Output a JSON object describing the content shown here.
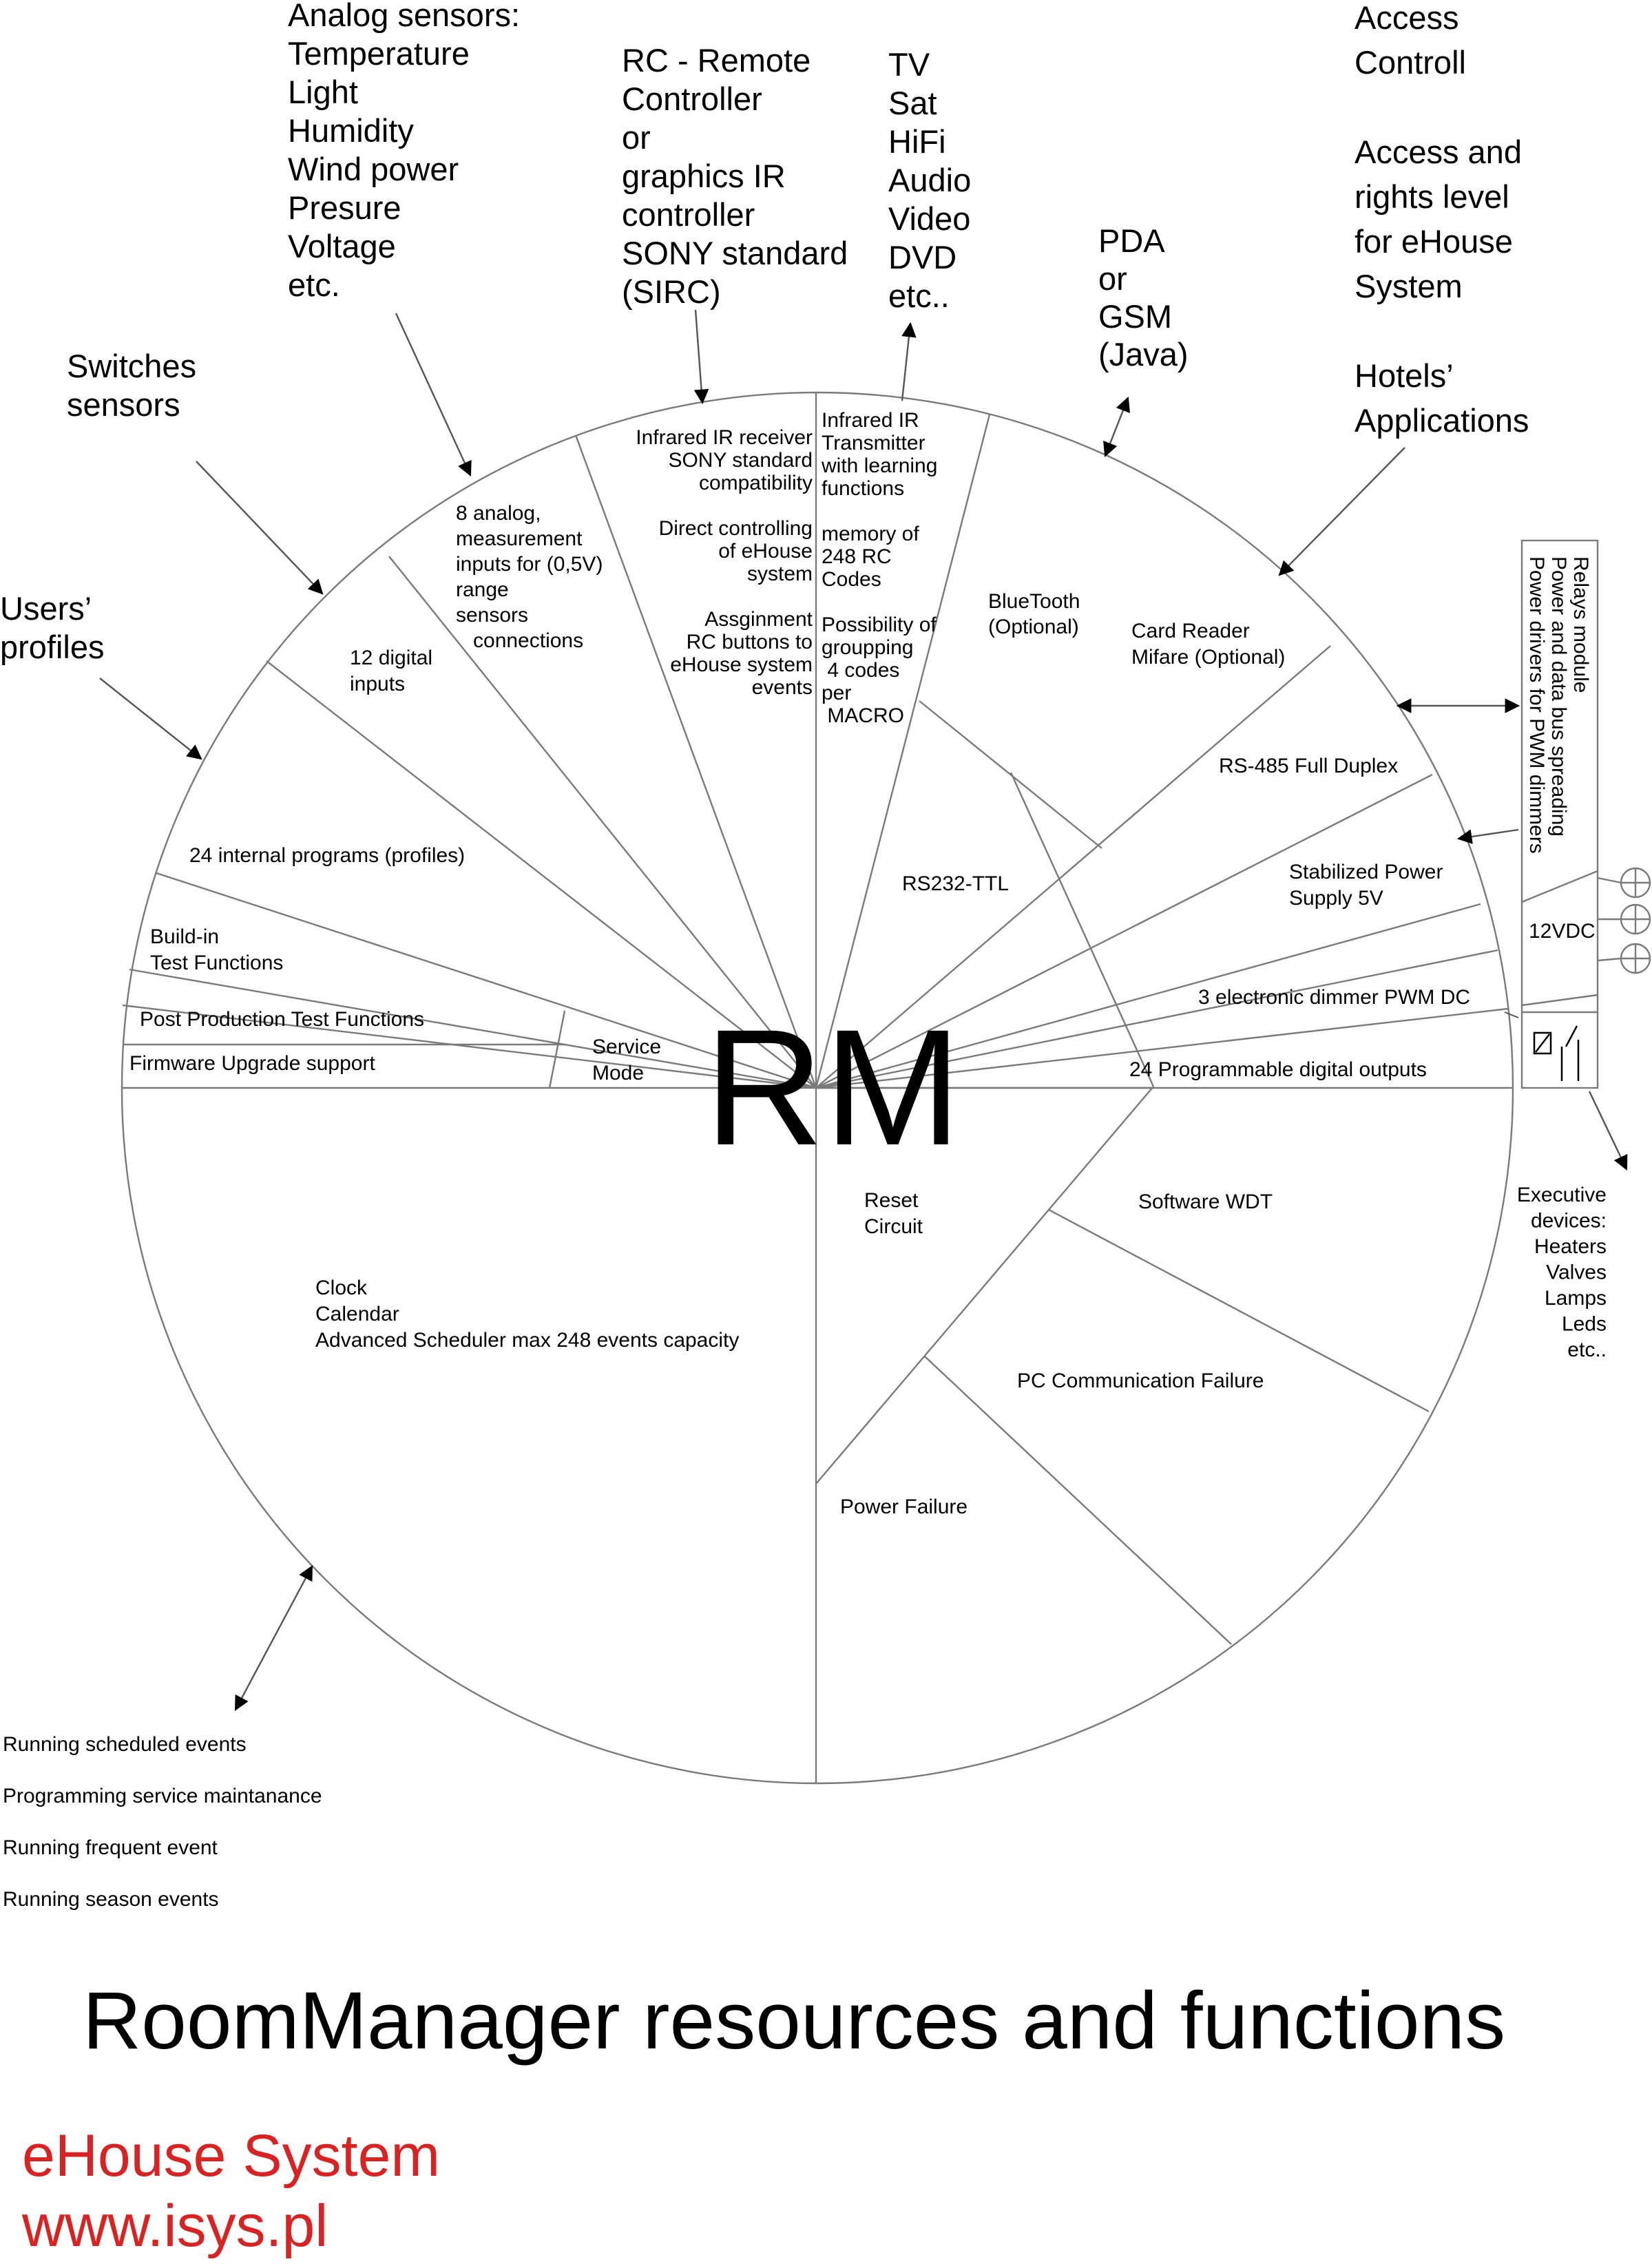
{
  "center_label": "RM",
  "title": "RoomManager resources and functions",
  "brand": {
    "name": "eHouse System",
    "url": "www.isys.pl",
    "color": "#d92323"
  },
  "segments": {
    "ir_receiver": [
      "Infrared IR receiver",
      "SONY standard",
      "compatibility",
      "",
      "Direct controlling",
      "of eHouse",
      "system",
      "",
      "Assginment",
      "RC buttons to",
      "eHouse system",
      "events"
    ],
    "ir_transmitter": [
      "Infrared IR",
      "Transmitter",
      "with learning",
      "functions",
      "",
      "memory of",
      "248 RC",
      "Codes",
      "",
      "Possibility of",
      "groupping",
      " 4 codes",
      "per",
      " MACRO"
    ],
    "bluetooth": [
      "BlueTooth",
      "(Optional)"
    ],
    "card_reader": [
      "Card Reader",
      "Mifare (Optional)"
    ],
    "rs485": "RS-485 Full Duplex",
    "rs232": "RS232-TTL",
    "power_supply": [
      "Stabilized Power",
      "Supply 5V"
    ],
    "dimmer": "3 electronic dimmer PWM DC",
    "digital_outputs": "24 Programmable digital outputs",
    "analog_inputs": [
      "8 analog,",
      "measurement",
      "inputs for (0,5V)",
      "range",
      "sensors",
      "   connections"
    ],
    "digital_inputs": [
      "12 digital",
      "inputs"
    ],
    "internal_programs": "24 internal programs (profiles)",
    "buildin_test": [
      "Build-in",
      "Test Functions"
    ],
    "post_production": "Post Production Test Functions",
    "firmware": "Firmware Upgrade support",
    "service_mode": [
      "Service",
      "Mode"
    ],
    "reset": [
      "Reset",
      "Circuit"
    ],
    "software_wdt": "Software WDT",
    "pc_failure": "PC Communication Failure",
    "power_failure": "Power Failure",
    "scheduler": [
      "Clock",
      "Calendar",
      "Advanced Scheduler max 248 events capacity"
    ]
  },
  "external": {
    "analog_sensors": [
      "Analog sensors:",
      "Temperature",
      "Light",
      "Humidity",
      "Wind power",
      "Presure",
      "Voltage",
      "etc."
    ],
    "rc_controller": [
      "RC - Remote",
      "Controller",
      "or",
      "graphics IR",
      "controller",
      "SONY standard",
      "(SIRC)"
    ],
    "av_devices": [
      "TV",
      "Sat",
      "HiFi",
      "Audio",
      "Video",
      "DVD",
      "etc.."
    ],
    "pda": [
      "PDA",
      "or",
      "GSM",
      "(Java)"
    ],
    "access": [
      "Access",
      "Controll",
      "",
      "Access and",
      "rights level",
      "for eHouse",
      "System",
      "",
      "Hotels’",
      "Applications"
    ],
    "switches": [
      "Switches",
      "sensors"
    ],
    "users": [
      "Users’",
      "profiles"
    ],
    "relays_module": [
      "Relays module",
      "Power and data bus spreading",
      "Power drivers for PWM dimmers"
    ],
    "voltage_12": "12VDC",
    "executive": [
      "Executive",
      "devices:",
      "Heaters",
      "Valves",
      "Lamps",
      "Leds",
      "etc.."
    ],
    "scheduled": [
      "Running scheduled events",
      "Programming service maintanance",
      "Running frequent event",
      "Running season events"
    ]
  }
}
